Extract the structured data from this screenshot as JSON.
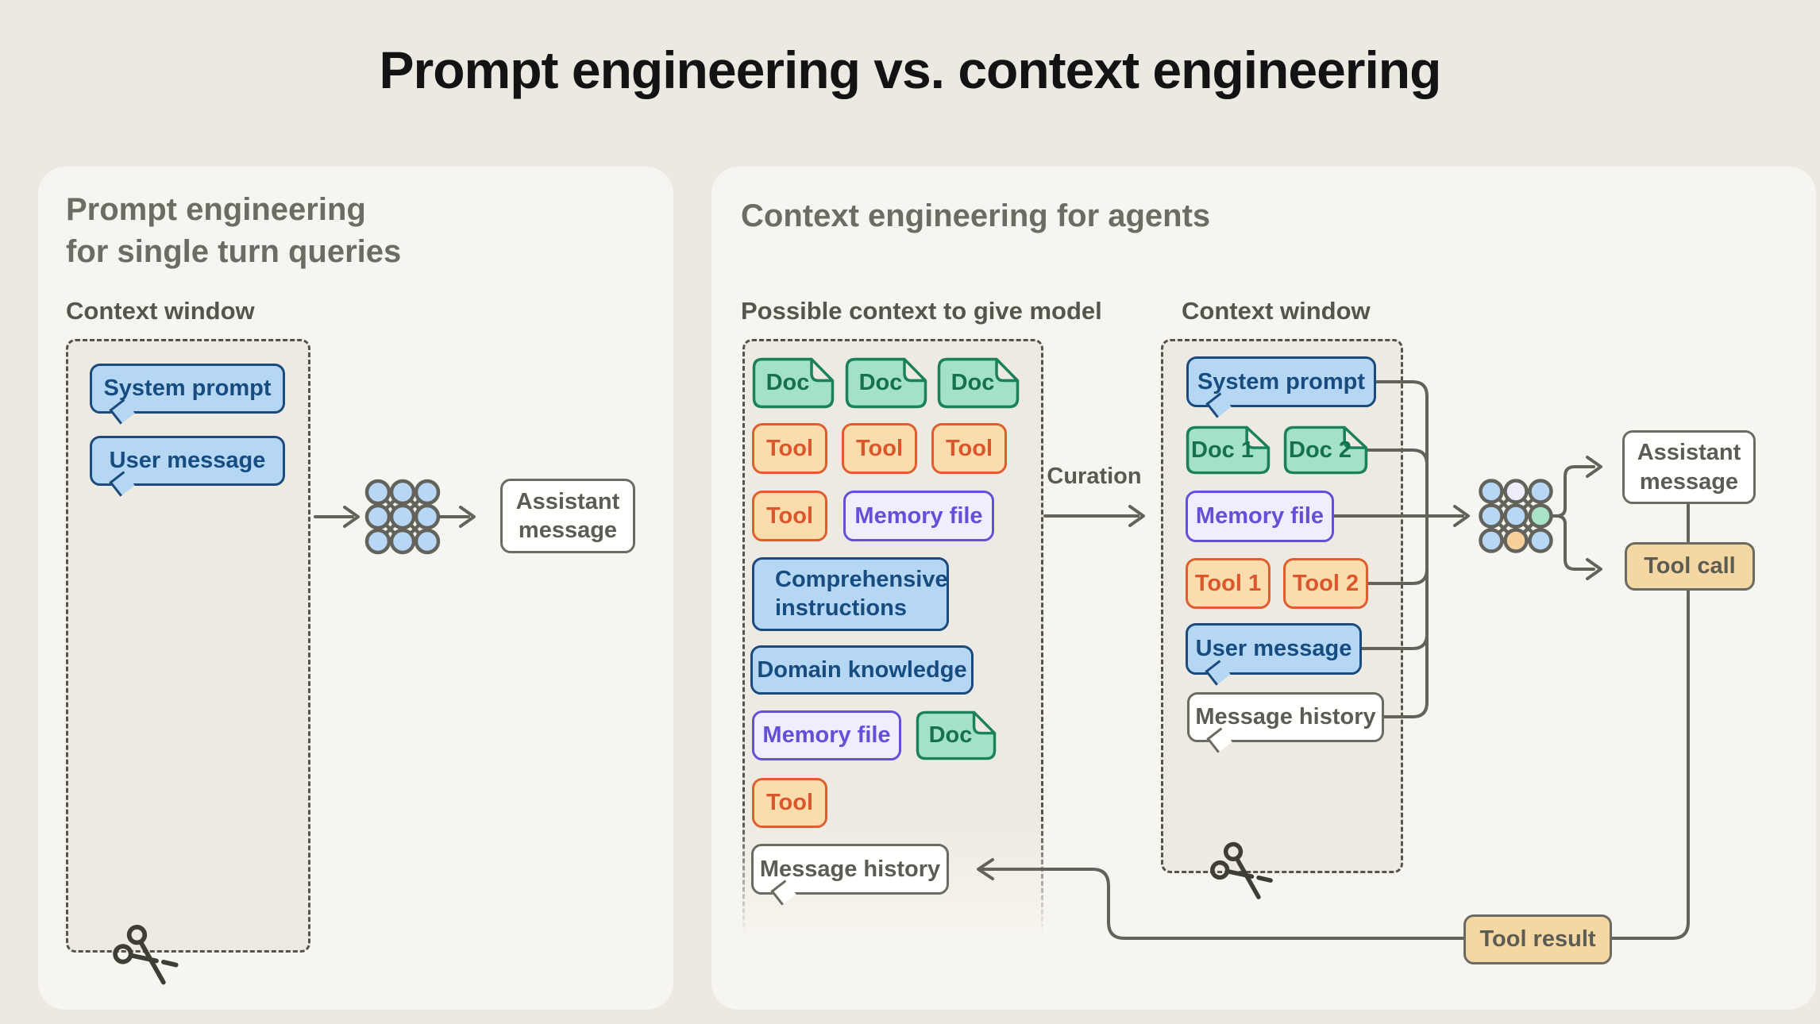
{
  "title": "Prompt engineering vs. context engineering",
  "left_panel": {
    "heading_line1": "Prompt engineering",
    "heading_line2": "for single turn queries",
    "context_window_label": "Context window",
    "system_prompt": "System prompt",
    "user_message": "User message",
    "assistant_message": "Assistant message"
  },
  "right_panel": {
    "heading": "Context engineering for agents",
    "curation_label": "Curation",
    "possible_context": {
      "label": "Possible context to give model",
      "docs": [
        "Doc",
        "Doc",
        "Doc",
        "Doc"
      ],
      "tools": [
        "Tool",
        "Tool",
        "Tool",
        "Tool",
        "Tool"
      ],
      "memory_files": [
        "Memory file",
        "Memory file"
      ],
      "comprehensive_instructions": "Comprehensive instructions",
      "domain_knowledge": "Domain knowledge",
      "message_history": "Message history"
    },
    "context_window": {
      "label": "Context window",
      "system_prompt": "System prompt",
      "docs": [
        "Doc 1",
        "Doc 2"
      ],
      "memory_file": "Memory file",
      "tools": [
        "Tool 1",
        "Tool 2"
      ],
      "user_message": "User message",
      "message_history": "Message history"
    },
    "model_outputs": {
      "assistant_message": "Assistant message",
      "tool_call": "Tool call",
      "tool_result": "Tool result"
    }
  },
  "colors": {
    "page_bg": "#ECE9E2",
    "panel_bg": "#F7F5EF",
    "dashed_box_bg": "#ECEAE2",
    "line_gray": "#63635C",
    "blue_fill": "#B5D7F4",
    "blue_border": "#1B4B7C",
    "green_fill": "#A3E2C6",
    "green_border": "#1B8159",
    "orange_fill": "#FBDCAC",
    "orange_border": "#DE5E2E",
    "lavender_fill": "#F0EEFC",
    "lavender_border": "#6450D8",
    "tan_fill": "#F5D7A3",
    "neutral_border": "#6B6B62",
    "text_gray": "#5C5C54",
    "network_node_blue": "#B7D7F4",
    "network_node_lavender": "#EFECFA",
    "network_node_green": "#A9E3C8",
    "network_node_orange": "#F6CF9B"
  }
}
